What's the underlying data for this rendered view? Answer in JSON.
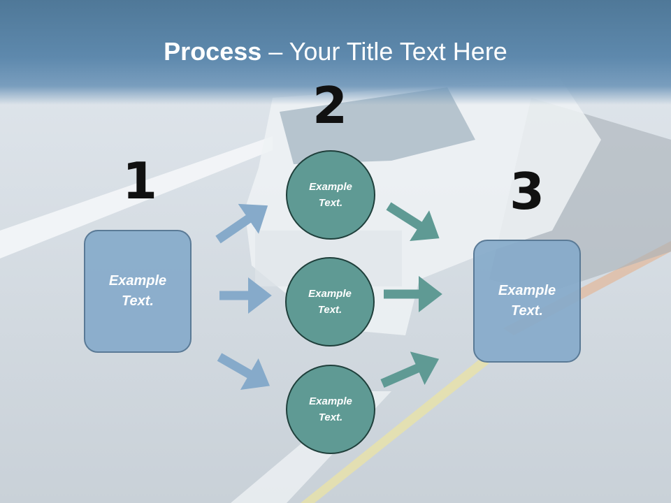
{
  "title": {
    "bold": "Process",
    "rest": " – Your Title Text Here"
  },
  "steps": {
    "n1": "1",
    "n2": "2",
    "n3": "3"
  },
  "left_box": {
    "text": "Example Text."
  },
  "right_box": {
    "text": "Example Text."
  },
  "circles": [
    {
      "text": "Example Text."
    },
    {
      "text": "Example Text."
    },
    {
      "text": "Example Text."
    }
  ],
  "colors": {
    "header": "#5e89ad",
    "box_fill": "#86aaca",
    "circle_fill": "#5f9a94",
    "arrow_blue": "#86aaca",
    "arrow_teal": "#5f9a94"
  }
}
